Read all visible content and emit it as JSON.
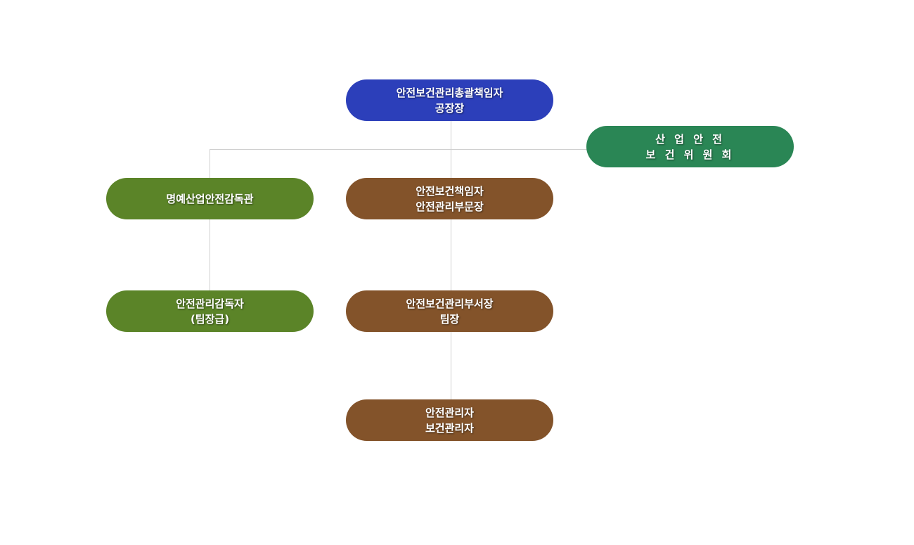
{
  "colors": {
    "top": "#2c3fba",
    "committee": "#2a8655",
    "left_branch": "#5b8428",
    "main_branch": "#83532a",
    "connector": "#cfcfcf"
  },
  "nodes": {
    "general_manager": {
      "line1": "안전보건관리총괄책임자",
      "line2": "공장장"
    },
    "committee": {
      "line1": "산 업 안 전",
      "line2": "보 건 위 원 회"
    },
    "honorary_supervisor": {
      "line1": "명예산업안전감독관"
    },
    "safety_health_officer": {
      "line1": "안전보건책임자",
      "line2": "안전관리부문장"
    },
    "safety_supervisor": {
      "line1": "안전관리감독자",
      "line2": "(팀장급)"
    },
    "deputy_manager": {
      "line1": "안전보건관리부서장",
      "line2": "팀장"
    },
    "safety_manager": {
      "line1": "안전관리자",
      "line2": "보건관리자"
    }
  }
}
